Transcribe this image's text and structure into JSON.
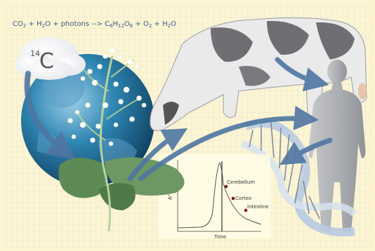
{
  "formula": {
    "co2": "CO",
    "co2_sub": "2",
    "plus_water_1": " + H",
    "water_sub_1": "2",
    "water_o_1": "O + photons --> C",
    "glucose_c_sub": "6",
    "glucose_h": "H",
    "glucose_h_sub": "12",
    "glucose_o": "O",
    "glucose_o_sub": "6",
    "plus_o2": " + O",
    "o2_sub": "2",
    "plus_water_2": " + H",
    "water_sub_2": "2",
    "water_o_2": "O"
  },
  "isotope": {
    "mass": "14",
    "symbol": "C"
  },
  "inset_chart": {
    "y_axis_label": "Δ¹⁴C",
    "x_axis_label": "Time",
    "tissue_labels": [
      "Cerebellum",
      "Cortex",
      "Intestine"
    ]
  },
  "colors": {
    "background": "#fdf5d2",
    "grid": "#c9cfd8",
    "arrow": "#4f76a2",
    "leaf": "#5e8a56",
    "globe_ocean": "#1f6f96",
    "cow_patch": "#6f6f73",
    "human": "#a9acb0",
    "dna": "#b8cbe1"
  },
  "icons": [
    "cow-icon",
    "human-figure-icon",
    "plant-icon",
    "globe-icon",
    "dna-helix-icon",
    "cloud-icon"
  ]
}
